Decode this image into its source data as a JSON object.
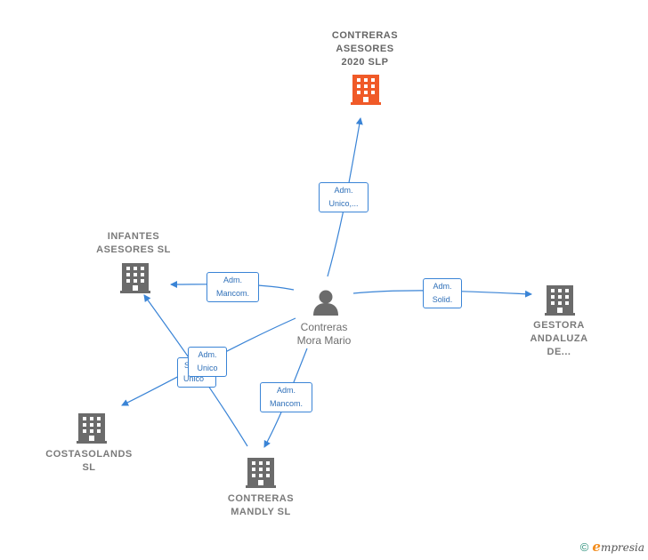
{
  "center": {
    "name_line1": "Contreras",
    "name_line2": "Mora Mario",
    "icon": "person-icon"
  },
  "companies": {
    "contreras_asesores": {
      "lines": [
        "CONTRERAS",
        "ASESORES",
        "2020  SLP"
      ],
      "icon": "building-icon",
      "color": "#f05a28"
    },
    "infantes": {
      "lines": [
        "INFANTES",
        "ASESORES  SL"
      ],
      "icon": "building-icon",
      "color": "#6b6b6b"
    },
    "gestora": {
      "lines": [
        "GESTORA",
        "ANDALUZA",
        "DE..."
      ],
      "icon": "building-icon",
      "color": "#6b6b6b"
    },
    "costasolands": {
      "lines": [
        "COSTASOLANDS",
        "SL"
      ],
      "icon": "building-icon",
      "color": "#6b6b6b"
    },
    "mandly": {
      "lines": [
        "CONTRERAS",
        "MANDLY  SL"
      ],
      "icon": "building-icon",
      "color": "#6b6b6b"
    }
  },
  "relations": {
    "to_contreras_asesores": [
      "Adm.",
      "Unico,..."
    ],
    "to_infantes": [
      "Adm.",
      "Mancom."
    ],
    "to_gestora": [
      "Adm.",
      "Solid."
    ],
    "to_costasolands_back": [
      "S",
      "Unico"
    ],
    "to_costasolands_front": [
      "Adm.",
      "Unico"
    ],
    "to_mandly": [
      "Adm.",
      "Mancom."
    ]
  },
  "colors": {
    "edge": "#3a84d6",
    "building": "#6b6b6b",
    "highlight": "#f05a28",
    "person": "#6b6b6b"
  },
  "footer": {
    "copyright": "©",
    "brand_initial": "e",
    "brand_rest": "mpresia"
  }
}
